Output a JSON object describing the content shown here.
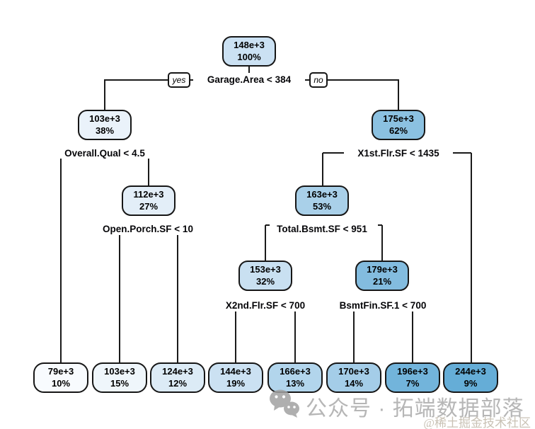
{
  "tree": {
    "yes_label": "yes",
    "no_label": "no",
    "internal_nodes": [
      {
        "value": "148e+3",
        "pct": "100%",
        "fill": "#cbe1f3"
      },
      {
        "value": "103e+3",
        "pct": "38%",
        "fill": "#eaf2fa"
      },
      {
        "value": "175e+3",
        "pct": "62%",
        "fill": "#8bc1e1"
      },
      {
        "value": "112e+3",
        "pct": "27%",
        "fill": "#e3eef8"
      },
      {
        "value": "163e+3",
        "pct": "53%",
        "fill": "#a9d0e9"
      },
      {
        "value": "153e+3",
        "pct": "32%",
        "fill": "#c9e0f1"
      },
      {
        "value": "179e+3",
        "pct": "21%",
        "fill": "#83bcdf"
      }
    ],
    "leaf_nodes": [
      {
        "value": "79e+3",
        "pct": "10%",
        "fill": "#f8fbfe"
      },
      {
        "value": "103e+3",
        "pct": "15%",
        "fill": "#eff6fb"
      },
      {
        "value": "124e+3",
        "pct": "12%",
        "fill": "#dcebf6"
      },
      {
        "value": "144e+3",
        "pct": "19%",
        "fill": "#cbe1f2"
      },
      {
        "value": "166e+3",
        "pct": "13%",
        "fill": "#b2d5ec"
      },
      {
        "value": "170e+3",
        "pct": "14%",
        "fill": "#a4cde8"
      },
      {
        "value": "196e+3",
        "pct": "7%",
        "fill": "#72b4db"
      },
      {
        "value": "244e+3",
        "pct": "9%",
        "fill": "#65add7"
      }
    ],
    "splits": [
      {
        "label": "Garage.Area < 384"
      },
      {
        "label": "Overall.Qual < 4.5"
      },
      {
        "label": "X1st.Flr.SF < 1435"
      },
      {
        "label": "Open.Porch.SF < 10"
      },
      {
        "label": "Total.Bsmt.SF < 951"
      },
      {
        "label": "X2nd.Flr.SF < 700"
      },
      {
        "label": "BsmtFin.SF.1 < 700"
      }
    ],
    "edge_color": "#1a1a1a"
  },
  "watermark": {
    "icon": "wechat-icon",
    "source_text": "公众号 · 拓端数据部落",
    "credit_text": "@稀土掘金技术社区",
    "text_color": "#b6b6b6",
    "credit_color": "#c9c2b5"
  }
}
